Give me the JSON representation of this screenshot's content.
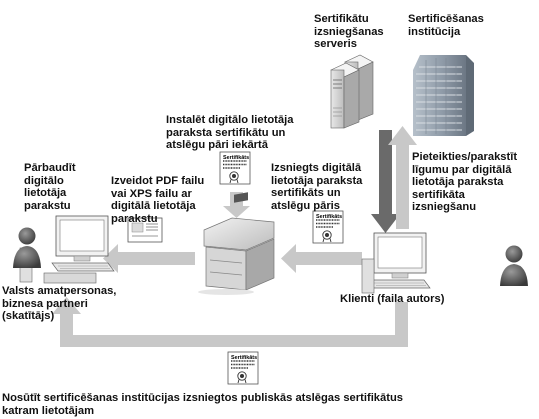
{
  "labels": {
    "cert_server": "Sertifikātu\nizsniegšanas\nserveris",
    "ca": "Sertificēšanas\ninstitūcija",
    "install_cert": "Instalēt digitālo lietotāja\nparaksta sertifikātu un\natslēgu pāri iekārtā",
    "verify_signature": "Pārbaudīt\ndigitālo\nlietotāja\nparakstu",
    "create_pdf": "Izveidot PDF failu\nvai XPS failu ar\ndigitālā lietotāja\nparakstu",
    "issued_cert": "Izsniegts digitālā\nlietotāja paraksta\nsertifikāts un\natslēgu pāris",
    "apply_request": "Pieteikties/parakstīt\nlīgumu par digitālā\nlietotāja paraksta\nsertifikāta\nizsniegšanu",
    "viewers": "Valsts amatpersonas,\nbiznesa partneri\n(skatītājs)",
    "client": "Klienti (faila autors)",
    "send_public_key": "Nosūtīt sertificēšanas institūcijas izsniegtos publiskās atslēgas sertifikātus\nkatram lietotājam"
  },
  "cert_caption": "Sertifikāts",
  "colors": {
    "arrow": "#c8c8c8",
    "arrow_dark": "#6a6a6a",
    "building": "#8d99a6"
  }
}
